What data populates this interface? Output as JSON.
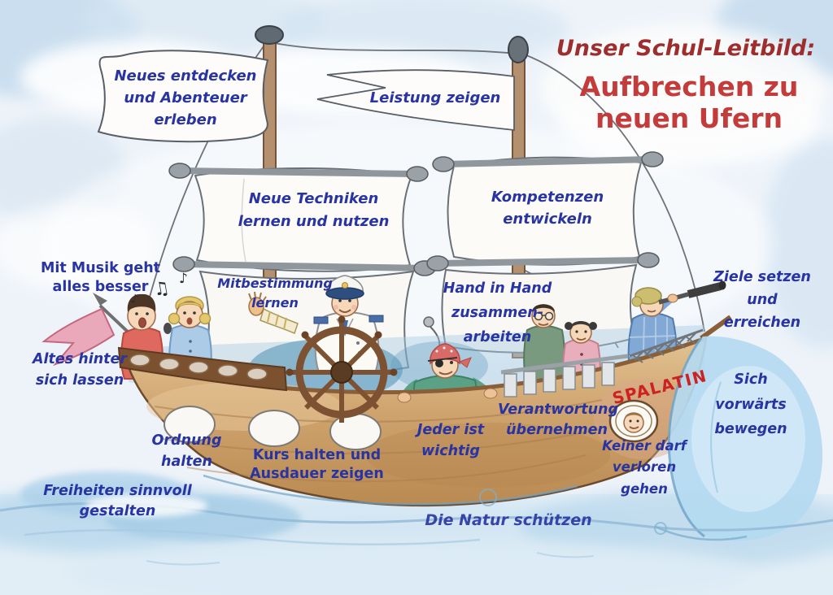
{
  "poster": {
    "title": "Unser Schul-Leitbild:",
    "subtitle": "Aufbrechen zu\nneuen Ufern",
    "ship_name": "SPALATIN",
    "colors": {
      "title_red": "#9e2e2e",
      "subtitle_red": "#c33b3b",
      "label_blue": "#2834a2",
      "ship_name_red": "#cc2222",
      "hull_brown": "#c79760",
      "sail_white": "#fcfbf7",
      "sky_blue": "#eef3f9",
      "water_blue": "#b4daf1"
    }
  },
  "labels": {
    "flag_top_left": "Neues entdecken\nund Abenteuer\nerleben",
    "pennant": "Leistung zeigen",
    "sail_left": "Neue Techniken\nlernen und nutzen",
    "sail_right": "Kompetenzen\nentwickeln",
    "music": "Mit Musik geht\nalles besser",
    "mitbestimmung": "Mitbestimmung lernen",
    "hand_in_hand": "Hand in Hand\nzusammen-\narbeiten",
    "ziele": "Ziele setzen\nund\nerreichen",
    "altes": "Altes hinter\nsich lassen",
    "sich_vorwaerts": "Sich\nvorwärts\nbewegen",
    "ordnung": "Ordnung\nhalten",
    "kurs": "Kurs halten und\nAusdauer zeigen",
    "jeder": "Jeder ist\nwichtig",
    "verantwortung": "Verantwortung\nübernehmen",
    "keiner": "Keiner darf\nverloren\ngehen",
    "freiheiten": "Freiheiten sinnvoll\ngestalten",
    "natur": "Die Natur schützen"
  }
}
